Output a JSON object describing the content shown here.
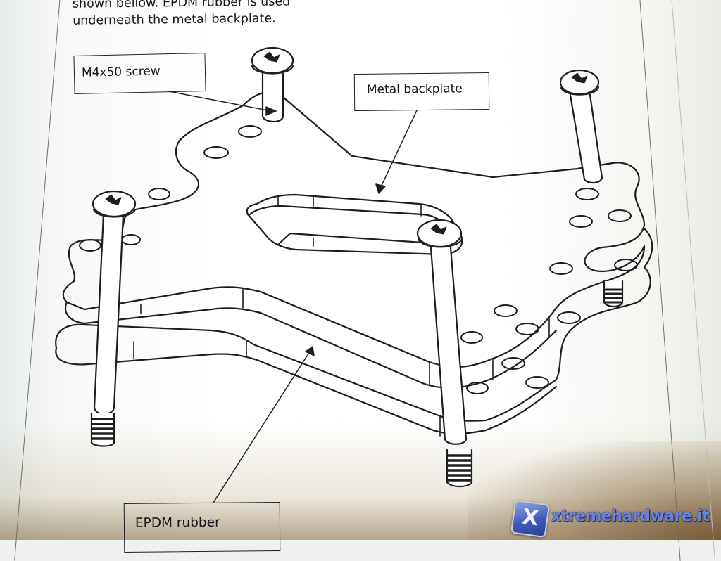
{
  "document": {
    "intro_line_1_partial": "shown bellow. EPDM rubber is used",
    "intro_line_2": "underneath the metal backplate."
  },
  "diagram": {
    "title": "Backplate assembly illustration",
    "callouts": {
      "screw": "M4x50 screw",
      "backplate": "Metal backplate",
      "rubber": "EPDM rubber"
    },
    "parts": [
      {
        "name": "screw",
        "count": 4
      },
      {
        "name": "metal backplate",
        "count": 1
      },
      {
        "name": "EPDM rubber",
        "count": 1
      }
    ]
  },
  "watermark": {
    "logo_glyph": "X",
    "text": "xtremehardware.it",
    "color": "#6d84d6"
  }
}
